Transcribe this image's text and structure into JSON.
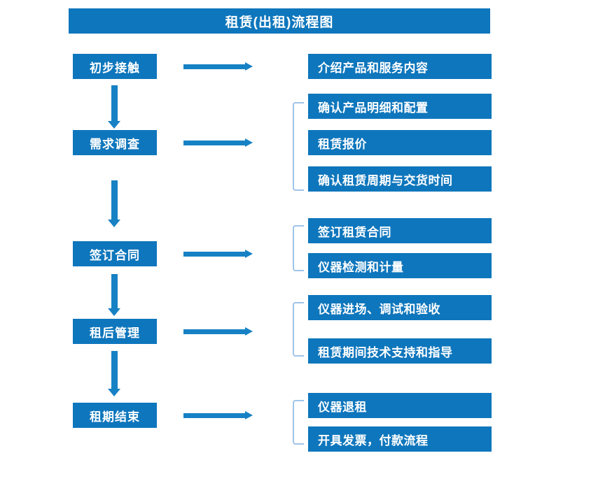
{
  "diagram": {
    "title": "租赁(出租)流程图",
    "colors": {
      "box_fill": "#0E76BC",
      "box_text": "#FFFFFF",
      "arrow": "#1681C4",
      "bracket": "#9FC4E8",
      "background": "#FFFFFF"
    },
    "stages": [
      {
        "label": "初步接触",
        "details": [
          "介绍产品和服务内容"
        ]
      },
      {
        "label": "需求调查",
        "details": [
          "确认产品明细和配置",
          "租赁报价",
          "确认租赁周期与交货时间"
        ]
      },
      {
        "label": "签订合同",
        "details": [
          "签订租赁合同",
          "仪器检测和计量"
        ]
      },
      {
        "label": "租后管理",
        "details": [
          "仪器进场、调试和验收",
          "租赁期间技术支持和指导"
        ]
      },
      {
        "label": "租期结束",
        "details": [
          "仪器退租",
          "开具发票，付款流程"
        ]
      }
    ]
  }
}
